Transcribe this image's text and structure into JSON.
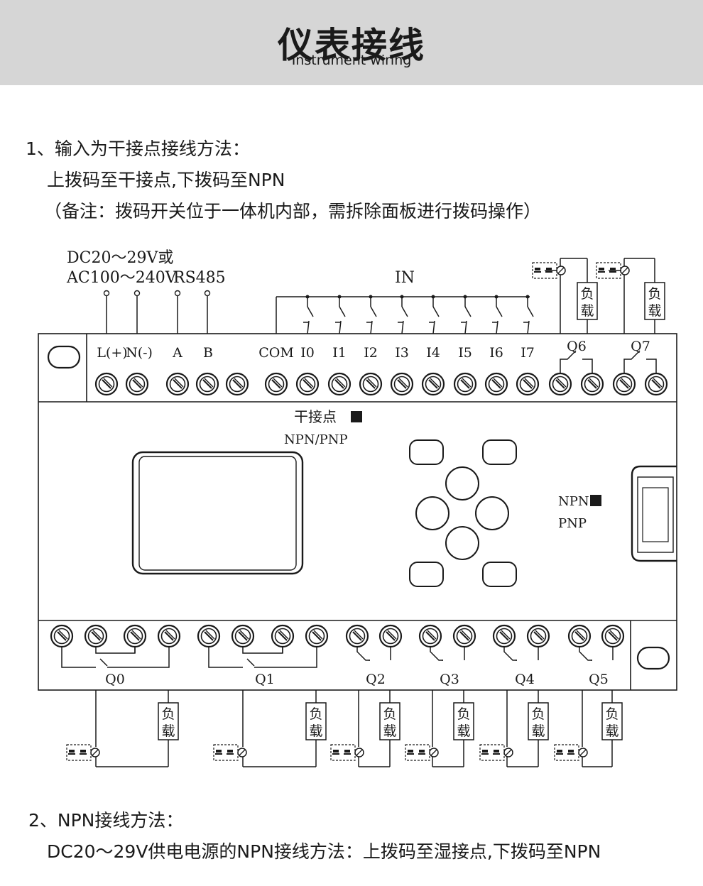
{
  "header": {
    "title": "仪表接线",
    "subtitle": "Instrument wiring"
  },
  "section1": {
    "heading": "1、输入为干接点接线方法：",
    "line1": "上拨码至干接点,下拨码至NPN",
    "line2": "（备注：拨码开关位于一体机内部，需拆除面板进行拨码操作）"
  },
  "section2": {
    "heading": "2、NPN接线方法：",
    "line1": "DC20～29V供电电源的NPN接线方法：上拨码至湿接点,下拨码至NPN"
  },
  "diagram": {
    "power_label_line1": "DC20～29V或",
    "power_label_line2": "AC100～240V",
    "rs485_label": "RS485",
    "in_label": "IN",
    "top_terminals": [
      "L(+)",
      "N(-)",
      "A",
      "B",
      "COM",
      "I0",
      "I1",
      "I2",
      "I3",
      "I4",
      "I5",
      "I6",
      "I7",
      "Q6",
      "Q7"
    ],
    "bottom_terminals": [
      "Q0",
      "Q1",
      "Q2",
      "Q3",
      "Q4",
      "Q5"
    ],
    "load_label": "负载",
    "switch_top_label": "干接点",
    "switch_top_sub": "NPN/PNP",
    "switch_right_label1": "NPN",
    "switch_right_label2": "PNP"
  }
}
